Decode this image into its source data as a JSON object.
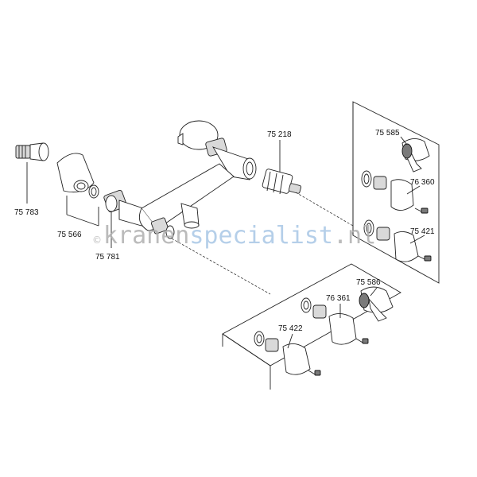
{
  "parts": [
    {
      "id": "p75783",
      "number": "75 783"
    },
    {
      "id": "p75566",
      "number": "75 566"
    },
    {
      "id": "p75781",
      "number": "75 781"
    },
    {
      "id": "p75218",
      "number": "75 218"
    },
    {
      "id": "p75585",
      "number": "75 585"
    },
    {
      "id": "p76360",
      "number": "76 360"
    },
    {
      "id": "p75421",
      "number": "75 421"
    },
    {
      "id": "p75586",
      "number": "75 586"
    },
    {
      "id": "p76361",
      "number": "76 361"
    },
    {
      "id": "p75422",
      "number": "75 422"
    }
  ],
  "watermark": {
    "copyright": "©",
    "part1": "kranen",
    "part2": "specialist",
    "part3": ".nl",
    "color_dark": "#b0b0b0",
    "color_blue": "#a9c7e6"
  }
}
